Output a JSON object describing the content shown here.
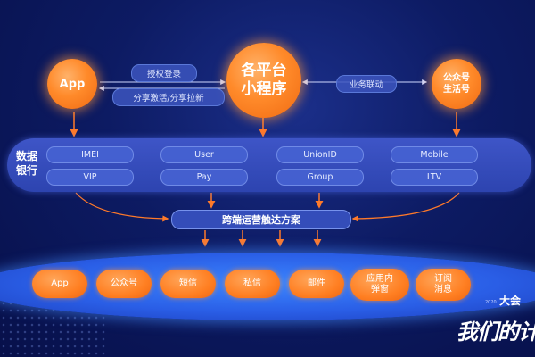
{
  "top": {
    "app": "App",
    "miniprogram_line1": "各平台",
    "miniprogram_line2": "小程序",
    "wechat_line1": "公众号",
    "wechat_line2": "生活号",
    "auth_login": "授权登录",
    "share": "分享激活/分享拉新",
    "business_link": "业务联动"
  },
  "data_bank": {
    "label": "数据银行",
    "row1": [
      "IMEI",
      "User",
      "UnionID",
      "Mobile"
    ],
    "row2": [
      "VIP",
      "Pay",
      "Group",
      "LTV"
    ]
  },
  "scheme": "跨端运营触达方案",
  "channels": [
    {
      "line1": "App",
      "line2": ""
    },
    {
      "line1": "公众号",
      "line2": ""
    },
    {
      "line1": "短信",
      "line2": ""
    },
    {
      "line1": "私信",
      "line2": ""
    },
    {
      "line1": "邮件",
      "line2": ""
    },
    {
      "line1": "应用内",
      "line2": "弹窗"
    },
    {
      "line1": "订阅",
      "line2": "消息"
    }
  ],
  "logo": {
    "badge": "大会",
    "year": "2020",
    "text": "我们的计"
  }
}
